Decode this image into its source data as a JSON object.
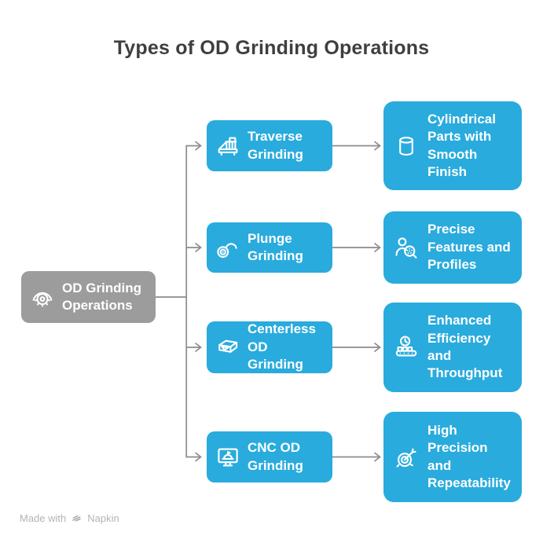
{
  "title": "Types of OD Grinding Operations",
  "diagram": {
    "root": {
      "label": "OD Grinding\nOperations",
      "icon": "grinding-wheel-icon"
    },
    "branches": [
      {
        "operation": {
          "label": "Traverse\nGrinding",
          "icon": "grinding-machine-icon"
        },
        "outcome": {
          "label": "Cylindrical\nParts with\nSmooth\nFinish",
          "icon": "cylinder-icon"
        }
      },
      {
        "operation": {
          "label": "Plunge\nGrinding",
          "icon": "angle-grinder-icon"
        },
        "outcome": {
          "label": "Precise\nFeatures and\nProfiles",
          "icon": "person-magnifier-icon"
        }
      },
      {
        "operation": {
          "label": "Centerless\nOD Grinding",
          "icon": "metal-block-icon"
        },
        "outcome": {
          "label": "Enhanced\nEfficiency\nand\nThroughput",
          "icon": "clock-conveyor-icon"
        }
      },
      {
        "operation": {
          "label": "CNC OD\nGrinding",
          "icon": "cnc-monitor-icon"
        },
        "outcome": {
          "label": "High\nPrecision\nand\nRepeatability",
          "icon": "target-dart-icon"
        }
      }
    ]
  },
  "footer": {
    "made_with": "Made with",
    "brand": "Napkin"
  },
  "colors": {
    "node_blue": "#29abdd",
    "node_gray": "#9c9c9c",
    "connector": "#8c8c8c",
    "title_text": "#3f3f3f",
    "node_text": "#ffffff",
    "footer_text": "#b4b4b4"
  }
}
